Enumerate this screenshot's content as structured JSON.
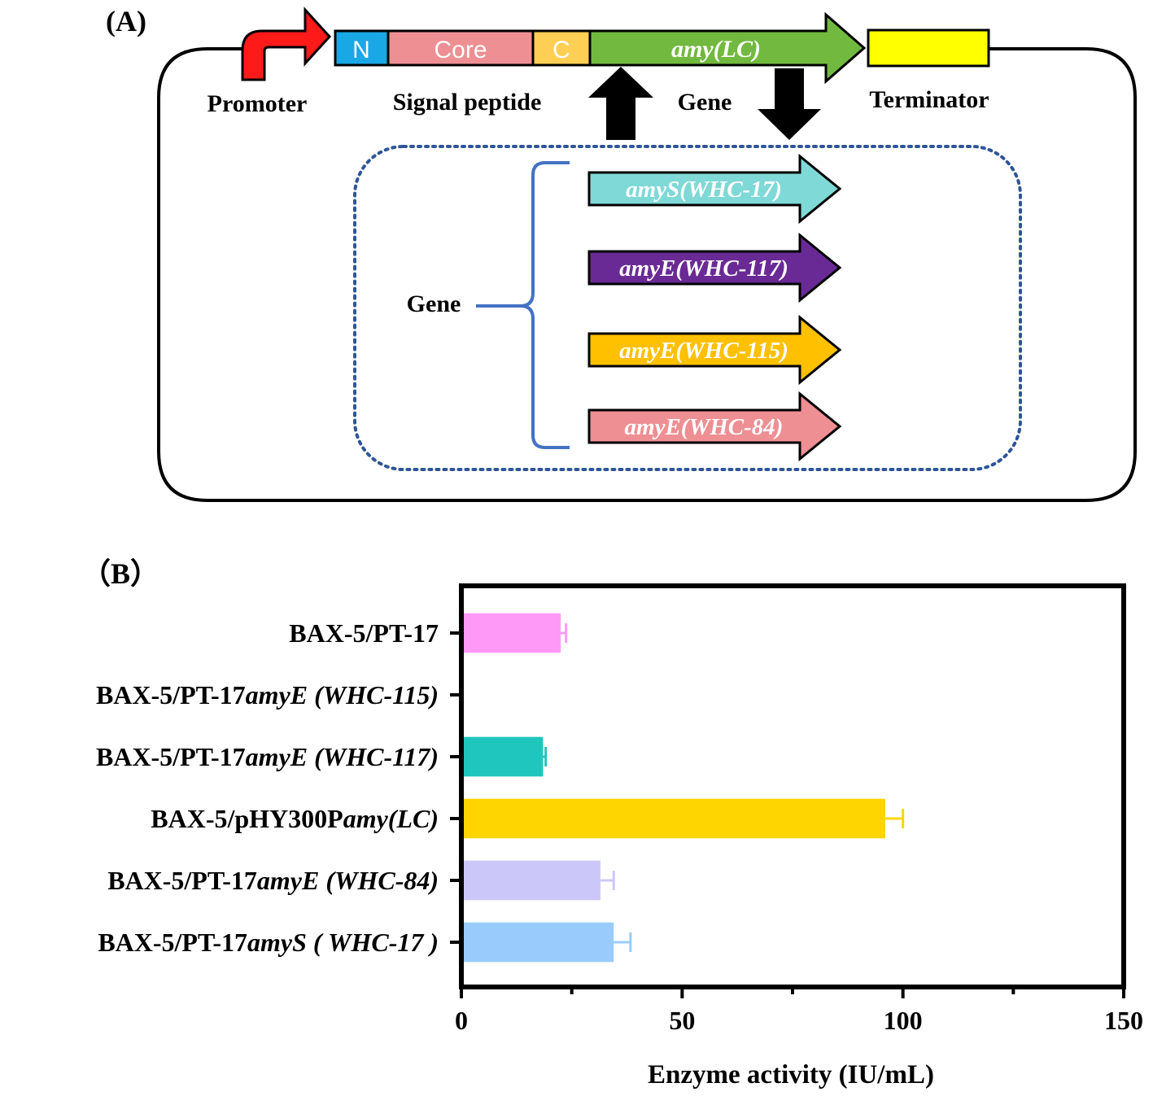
{
  "panel_a": {
    "label": "(A)",
    "construct": {
      "promoter": "Promoter",
      "signal_peptide": "Signal peptide",
      "gene": "Gene",
      "terminator": "Terminator",
      "segment_n": "N",
      "segment_core": "Core",
      "segment_c": "C",
      "gene_name": "amy(LC)"
    },
    "alternatives": {
      "label": "Gene",
      "genes": [
        {
          "name": "amyS(WHC-17)",
          "color": "#7fd9d6"
        },
        {
          "name": "amyE(WHC-117)",
          "color": "#6a2a95"
        },
        {
          "name": "amyE(WHC-115)",
          "color": "#ffc000"
        },
        {
          "name": "amyE(WHC-84)",
          "color": "#ee8f93"
        }
      ]
    }
  },
  "panel_b": {
    "label": "（B）"
  },
  "chart_data": {
    "type": "bar",
    "orientation": "horizontal",
    "xlabel": "Enzyme activity (IU/mL)",
    "xlim": [
      0,
      150
    ],
    "xticks": [
      0,
      50,
      100,
      150
    ],
    "grid": false,
    "categories": [
      {
        "prefix": "BAX-5/PT-17",
        "italic": ""
      },
      {
        "prefix": "BAX-5/PT-17",
        "italic": "amyE (WHC-115)"
      },
      {
        "prefix": "BAX-5/PT-17",
        "italic": "amyE (WHC-117)"
      },
      {
        "prefix": "BAX-5/pHY300P",
        "italic": "amy(LC)"
      },
      {
        "prefix": "BAX-5/PT-17",
        "italic": "amyE (WHC-84)"
      },
      {
        "prefix": "BAX-5/PT-17",
        "italic": "amyS ( WHC-17 )"
      }
    ],
    "values": [
      22.5,
      0,
      18.5,
      96,
      31.5,
      34.5
    ],
    "errors": [
      1.2,
      0,
      0.6,
      4.0,
      3.0,
      3.8
    ],
    "colors": [
      "#ff99f7",
      "#1fc6bd",
      "#1fc6bd",
      "#ffd500",
      "#cbc8f9",
      "#99ccfc"
    ]
  }
}
